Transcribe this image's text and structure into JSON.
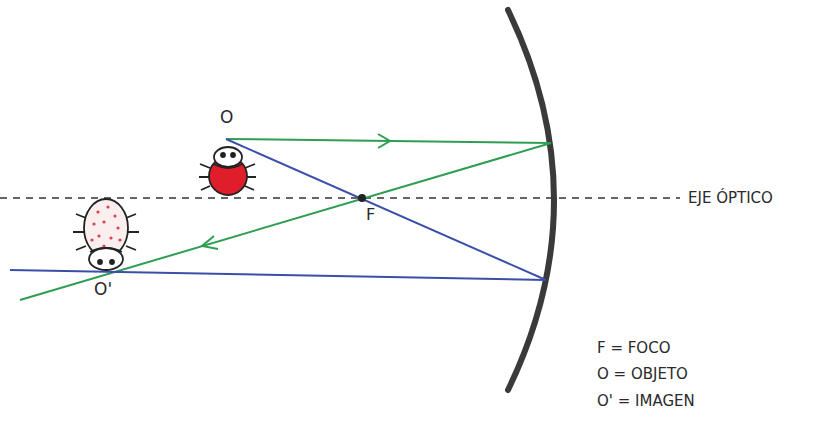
{
  "diagram": {
    "labels": [
      "O",
      "F",
      "O'",
      "EJE ÓPTICO",
      "F = FOCO",
      "O = OBJETO",
      "O' = IMAGEN"
    ]
  }
}
